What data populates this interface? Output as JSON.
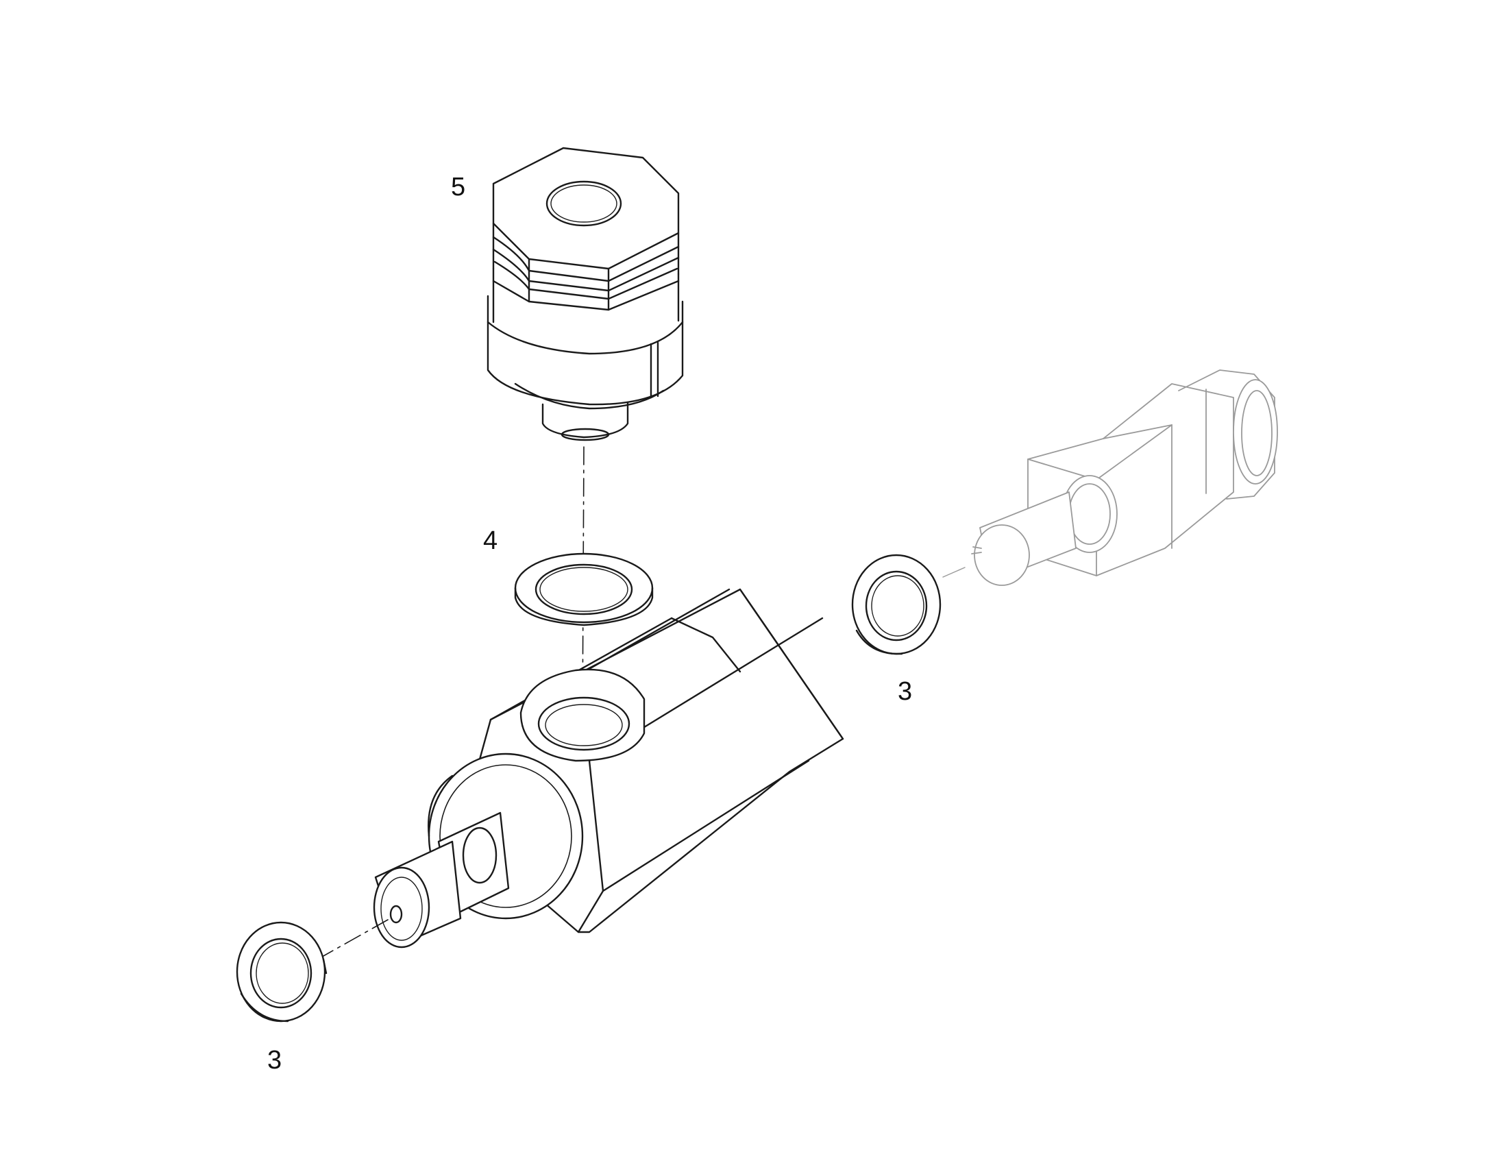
{
  "diagram": {
    "callouts": {
      "part_5": "5",
      "part_4": "4",
      "part_3_right": "3",
      "part_3_left": "3"
    },
    "colors": {
      "line": "#1a1a1a",
      "ghost_line": "#9a9a9a",
      "background": "#ffffff"
    }
  }
}
